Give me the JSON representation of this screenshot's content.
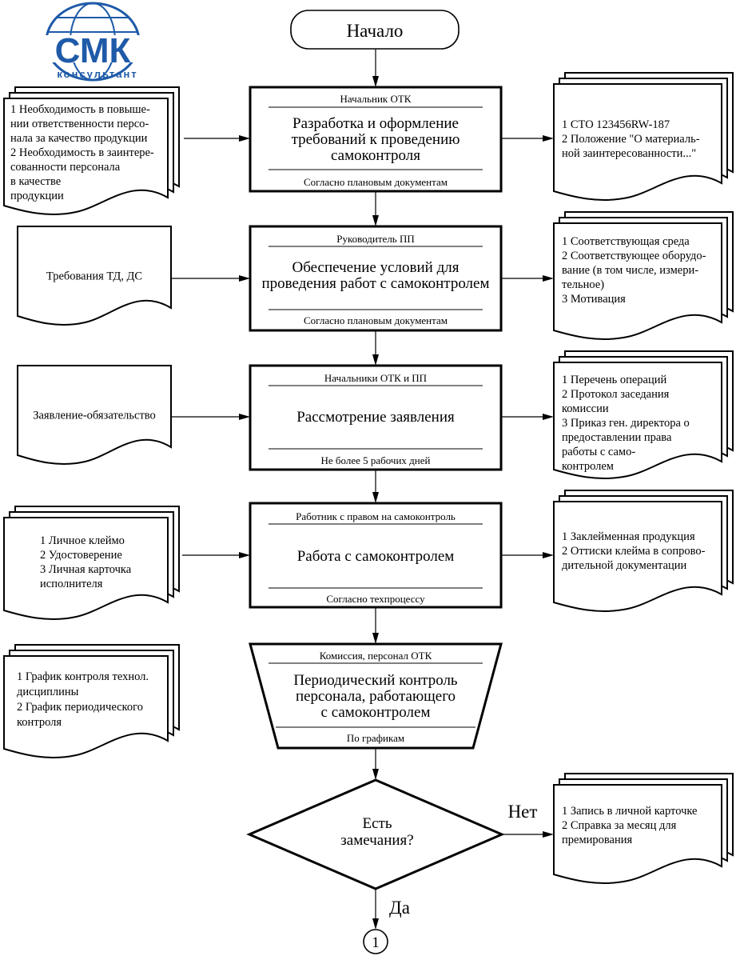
{
  "logo": {
    "brand": "СМК",
    "subtitle": "консультант",
    "color": "#1e5aa8"
  },
  "start": {
    "label": "Начало"
  },
  "processes": [
    {
      "role": "Начальник ОТК",
      "title": [
        "Разработка и оформление",
        "требований к проведению",
        "самоконтроля"
      ],
      "footer": "Согласно плановым документам"
    },
    {
      "role": "Руководитель ПП",
      "title": [
        "Обеспечение условий для",
        "проведения работ с самоконтролем"
      ],
      "footer": "Согласно плановым документам"
    },
    {
      "role": "Начальники ОТК и ПП",
      "title": [
        "Рассмотрение заявления"
      ],
      "footer": "Не более 5 рабочих дней"
    },
    {
      "role": "Работник с правом на самоконтроль",
      "title": [
        "Работа с самоконтролем"
      ],
      "footer": "Согласно техпроцессу"
    },
    {
      "role": "Комиссия, персонал ОТК",
      "title": [
        "Периодический контроль",
        "персонала, работающего",
        "с самоконтролем"
      ],
      "footer": "По графикам"
    }
  ],
  "inputs": [
    {
      "lines": [
        "1 Необходимость в повыше-",
        "нии ответственности персо-",
        "нала за качество продукции",
        "2 Необходимость в заинтере-",
        "сованности персонала",
        "в качестве",
        "продукции"
      ]
    },
    {
      "lines": [
        "Требования ТД, ДС"
      ]
    },
    {
      "lines": [
        "Заявление-обязательство"
      ]
    },
    {
      "lines": [
        "1 Личное клеймо",
        "2 Удостоверение",
        "3 Личная карточка",
        "исполнителя"
      ]
    },
    {
      "lines": [
        "1 График контроля технол.",
        "дисциплины",
        "2 График периодического",
        "контроля"
      ]
    }
  ],
  "outputs": [
    {
      "lines": [
        "1 СТО 123456RW-187",
        "2 Положение \"О материаль-",
        "ной заинтересованности...\""
      ]
    },
    {
      "lines": [
        "1 Соответствующая среда",
        "2 Соответствующее оборудо-",
        "вание (в том числе, измери-",
        "тельное)",
        "3 Мотивация"
      ]
    },
    {
      "lines": [
        "1 Перечень операций",
        "2 Протокол заседания",
        "комиссии",
        "3 Приказ ген. директора о",
        "предоставлении права",
        "работы с само-",
        "контролем"
      ]
    },
    {
      "lines": [
        "1 Заклейменная продукция",
        "2 Оттиски клейма в сопрово-",
        "дительной документации"
      ]
    },
    {
      "lines": [
        "1 Запись в личной карточке",
        "2 Справка за месяц для",
        "премирования"
      ]
    }
  ],
  "decision": {
    "lines": [
      "Есть",
      "замечания?"
    ],
    "no_label": "Нет",
    "yes_label": "Да"
  },
  "connector": {
    "label": "1"
  }
}
